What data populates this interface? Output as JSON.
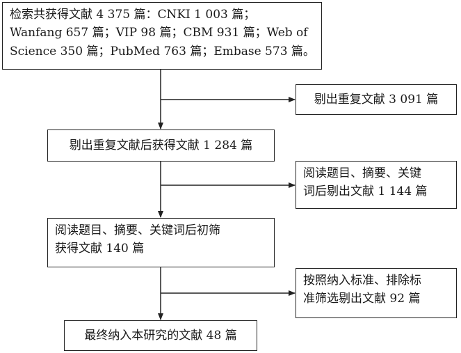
{
  "boxes": {
    "search": {
      "lines": [
        "检索共获得文献 4 375 篇：CNKI 1 003 篇；",
        "Wanfang 657 篇；VIP 98 篇；CBM 931 篇；Web of",
        "Science 350 篇；PubMed 763 篇；Embase 573 篇。"
      ]
    },
    "duplicates_removed": {
      "text": "剔出重复文献 3 091 篇"
    },
    "after_dedup": {
      "text": "剔出重复文献后获得文献 1 284 篇"
    },
    "read_removed": {
      "lines": [
        "阅读题目、摘要、关键",
        "词后剔出文献 1 144 篇"
      ]
    },
    "preliminary": {
      "lines": [
        "阅读题目、摘要、关键词后初筛",
        "获得文献 140 篇"
      ]
    },
    "criteria_removed": {
      "lines": [
        "按照纳入标准、排除标",
        "准筛选剔出文献 92 篇"
      ]
    },
    "final": {
      "text": "最终纳入本研究的文献 48 篇"
    }
  }
}
